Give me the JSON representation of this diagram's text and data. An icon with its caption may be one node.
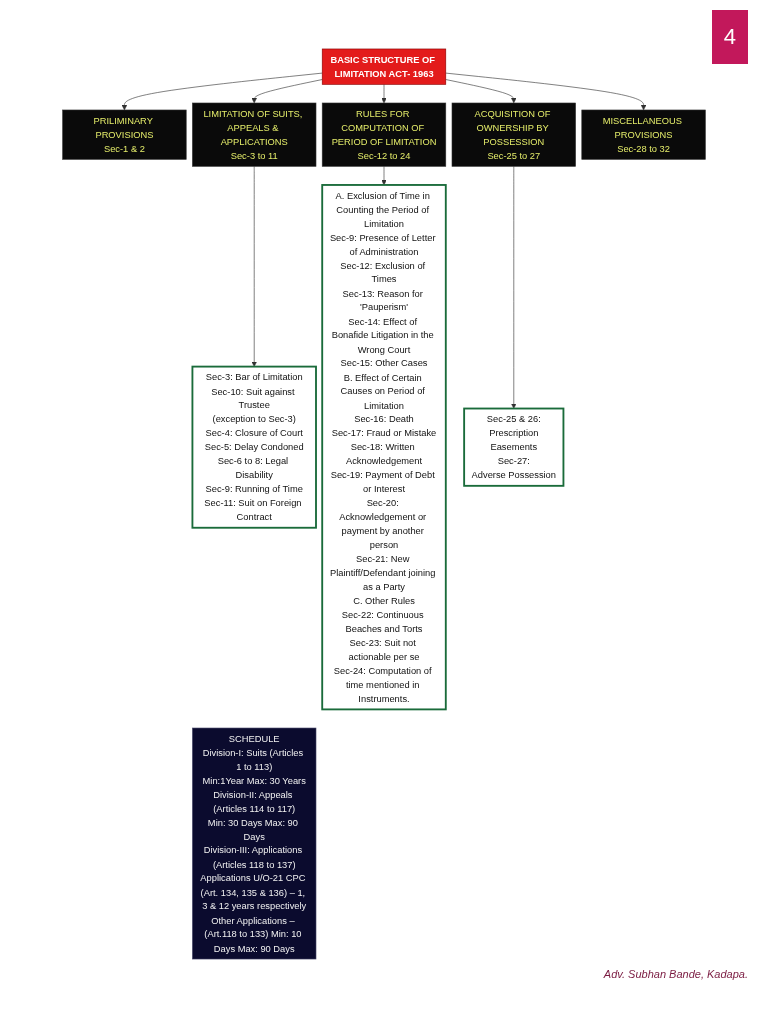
{
  "diagram": {
    "nodes": [
      {
        "text": [
          "BASIC STRUCTURE OF LIMITATION ACT- 1963"
        ]
      },
      {
        "text": [
          "PRILIMINARY PROVISIONS",
          "Sec-1 & 2"
        ]
      },
      {
        "text": [
          "LIMITATION OF SUITS, APPEALS & APPLICATIONS",
          "Sec-3 to 11"
        ]
      },
      {
        "text": [
          "RULES FOR COMPUTATION OF PERIOD OF LIMITATION",
          "Sec-12 to 24"
        ]
      },
      {
        "text": [
          "ACQUISITION OF OWNERSHIP BY POSSESSION",
          "Sec-25 to 27"
        ]
      },
      {
        "text": [
          "MISCELLANEOUS PROVISIONS",
          "Sec-28 to 32"
        ]
      },
      {
        "text": [
          "Sec-3: Bar of Limitation",
          "Sec-10: Suit against Trustee",
          "(exception to Sec-3)",
          "Sec-4: Closure of Court",
          "Sec-5: Delay Condoned",
          "Sec-6 to 8: Legal Disability",
          "Sec-9: Running of Time",
          "Sec-11: Suit on Foreign Contract"
        ]
      },
      {
        "text": [
          "A. Exclusion of Time in Counting the Period of Limitation",
          "Sec-9: Presence of Letter of Administration",
          "Sec-12: Exclusion of Times",
          "Sec-13: Reason for 'Pauperism'",
          "Sec-14: Effect of Bonafide Litigation in the Wrong Court",
          "Sec-15: Other Cases",
          "B. Effect of Certain Causes on Period of Limitation",
          "Sec-16: Death",
          "Sec-17: Fraud or Mistake",
          "Sec-18: Written Acknowledgement",
          "Sec-19: Payment of Debt or Interest",
          "Sec-20: Acknowledgement or payment by another person",
          "Sec-21: New Plaintiff/Defendant joining as a Party",
          "C. Other Rules",
          "Sec-22: Continuous Beaches and Torts",
          "Sec-23: Suit not actionable per se",
          "Sec-24: Computation of time mentioned in Instruments."
        ]
      },
      {
        "text": [
          "Sec-25 & 26:",
          "Prescription",
          "Easements",
          "Sec-27:",
          "Adverse Possession"
        ]
      },
      {
        "text": [
          "SCHEDULE",
          "Division-I: Suits (Articles 1 to 113)",
          "Min:1Year Max: 30 Years",
          "Division-II: Appeals (Articles 114 to 117)",
          "Min: 30 Days Max: 90 Days",
          "Division-III: Applications (Articles 118 to 137)",
          "Applications U/O-21 CPC (Art. 134, 135 & 136) – 1, 3 & 12 years respectively",
          "Other Applications – (Art.118 to 133) Min: 10 Days Max: 90 Days"
        ]
      }
    ],
    "edges": [
      {
        "from": 0,
        "to": 1,
        "arrow": "to"
      },
      {
        "from": 0,
        "to": 2,
        "arrow": "to"
      },
      {
        "from": 0,
        "to": 3,
        "arrow": "to"
      },
      {
        "from": 0,
        "to": 4,
        "arrow": "to"
      },
      {
        "from": 0,
        "to": 5,
        "arrow": "to"
      },
      {
        "from": 2,
        "to": 6,
        "arrow": "to"
      },
      {
        "from": 3,
        "to": 7,
        "arrow": "to"
      },
      {
        "from": 4,
        "to": 8,
        "arrow": "to"
      }
    ],
    "labels": [
      "4",
      "Adv. Subhan Bande, Kadapa."
    ]
  }
}
